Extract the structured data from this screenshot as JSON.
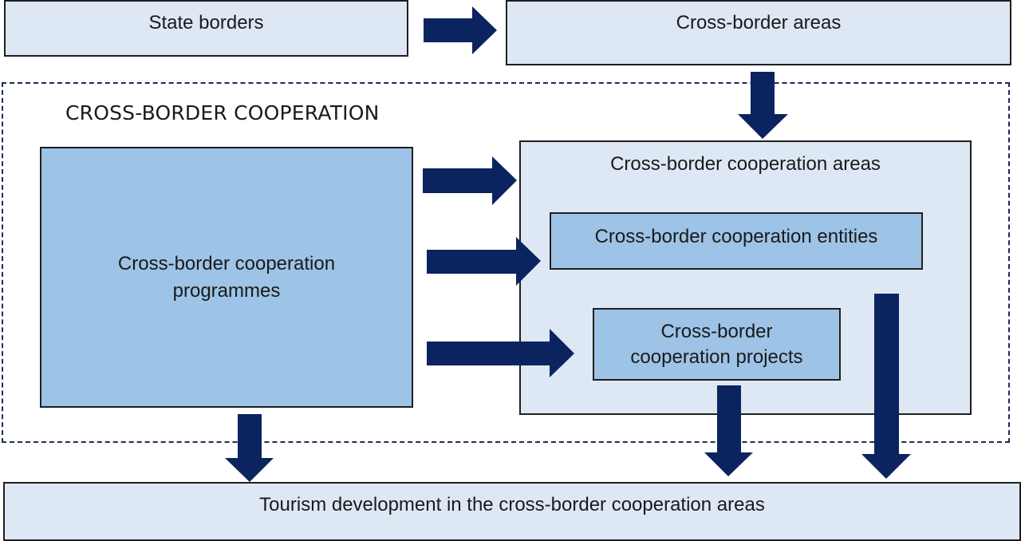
{
  "diagram": {
    "nodes": {
      "state_borders": "State borders",
      "cross_border_areas": "Cross-border areas",
      "section_title": "CROSS-BORDER COOPERATION",
      "programmes_line1": "Cross-border cooperation",
      "programmes_line2": "programmes",
      "cooperation_areas": "Cross-border cooperation areas",
      "entities": "Cross-border cooperation entities",
      "projects_line1": "Cross-border",
      "projects_line2": "cooperation projects",
      "tourism": "Tourism development in the cross-border cooperation areas"
    },
    "edges": [
      {
        "from": "State borders",
        "to": "Cross-border areas"
      },
      {
        "from": "Cross-border areas",
        "to": "Cross-border cooperation areas"
      },
      {
        "from": "Cross-border cooperation programmes",
        "to": "Cross-border cooperation areas"
      },
      {
        "from": "Cross-border cooperation programmes",
        "to": "Cross-border cooperation entities"
      },
      {
        "from": "Cross-border cooperation programmes",
        "to": "Cross-border cooperation projects"
      },
      {
        "from": "Cross-border cooperation programmes",
        "to": "Tourism development in the cross-border cooperation areas"
      },
      {
        "from": "Cross-border cooperation projects",
        "to": "Tourism development in the cross-border cooperation areas"
      },
      {
        "from": "Cross-border cooperation entities",
        "to": "Tourism development in the cross-border cooperation areas"
      }
    ],
    "colors": {
      "arrow": "#0b2460",
      "light_fill": "#dde8f4",
      "mid_fill": "#9dc3e6",
      "dashed_border": "#1c2e52"
    }
  }
}
